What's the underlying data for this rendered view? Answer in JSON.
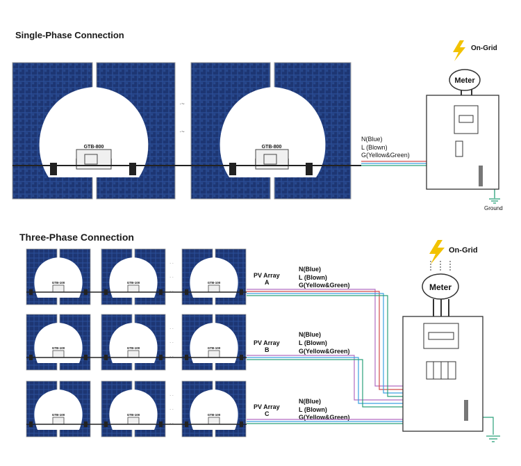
{
  "single_phase": {
    "title": "Single-Phase Connection",
    "inverter_label": "GTB-800",
    "wires": [
      "N(Blue)",
      "L (Blown)",
      "G(Yellow&Green)"
    ],
    "on_grid": "On-Grid",
    "meter": "Meter",
    "ground": "Ground"
  },
  "three_phase": {
    "title": "Three-Phase Connection",
    "inverter_label": "GTB-100",
    "arrays": [
      {
        "label": "PV Array",
        "sub": "A",
        "wires": [
          "N(Blue)",
          "L (Blown)",
          "G(Yellow&Green)"
        ]
      },
      {
        "label": "PV Array",
        "sub": "B",
        "wires": [
          "N(Blue)",
          "L (Blown)",
          "G(Yellow&Green)"
        ]
      },
      {
        "label": "PV Array",
        "sub": "C",
        "wires": [
          "N(Blue)",
          "L (Blown)",
          "G(Yellow&Green)"
        ]
      }
    ],
    "on_grid": "On-Grid",
    "meter": "Meter"
  },
  "colors": {
    "panel": "#1f3a7a",
    "wire_neutral": "#3aa0e0",
    "wire_line": "#d24a4a",
    "wire_ground": "#2aa07a",
    "wire_purple": "#b06ac0",
    "lightning": "#f2c200"
  }
}
